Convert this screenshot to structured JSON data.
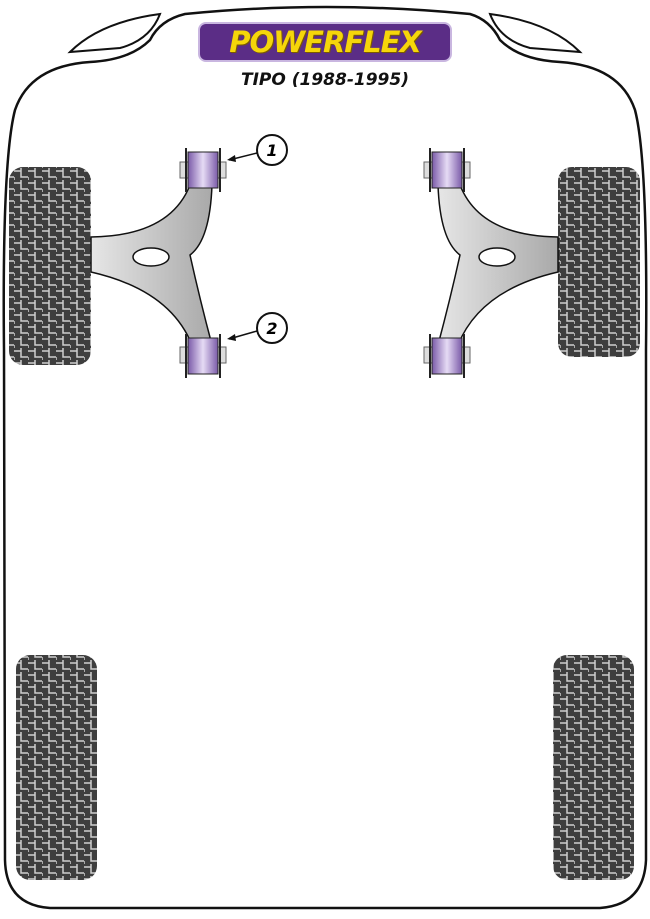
{
  "brand": {
    "logo_text": "POWERFLEX",
    "model": "TIPO (1988-1995)"
  },
  "callouts": [
    {
      "label": "1"
    },
    {
      "label": "2"
    }
  ],
  "colors": {
    "bushing": "#9b7fc7",
    "logo_bg": "#5b2d86",
    "logo_text": "#f5d60a",
    "tire": "#3e3e3e",
    "arm": "#c8c8c8"
  }
}
